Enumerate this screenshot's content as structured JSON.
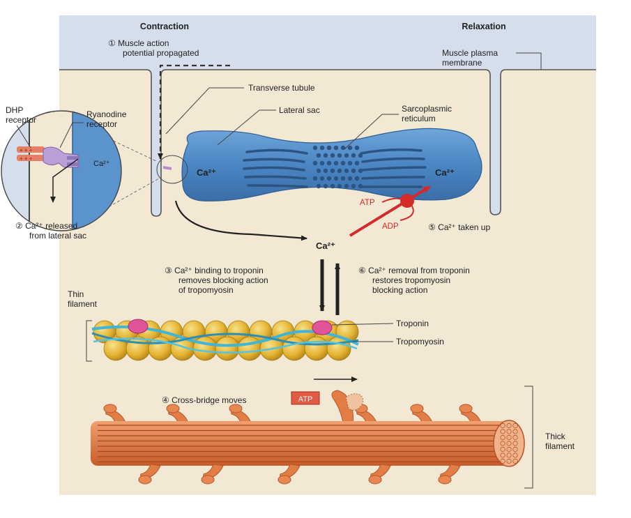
{
  "headers": {
    "contraction": "Contraction",
    "relaxation": "Relaxation"
  },
  "labels": {
    "step1_line1": "① Muscle action",
    "step1_line2": "potential propagated",
    "membrane_line1": "Muscle plasma",
    "membrane_line2": "membrane",
    "transverse_tubule": "Transverse tubule",
    "lateral_sac": "Lateral sac",
    "sr_line1": "Sarcoplasmic",
    "sr_line2": "reticulum",
    "dhp_line1": "DHP",
    "dhp_line2": "receptor",
    "ryanodine_line1": "Ryanodine",
    "ryanodine_line2": "receptor",
    "inset_ca": "Ca²⁺",
    "ca_left": "Ca²⁺",
    "ca_right": "Ca²⁺",
    "ca_center": "Ca²⁺",
    "atp": "ATP",
    "adp": "ADP",
    "step2_line1": "② Ca²⁺ released",
    "step2_line2": "from lateral sac",
    "step5": "⑤ Ca²⁺ taken up",
    "step3_line1": "③ Ca²⁺ binding to troponin",
    "step3_line2": "removes blocking action",
    "step3_line3": "of tropomyosin",
    "step6_line1": "⑥ Ca²⁺ removal from troponin",
    "step6_line2": "restores tropomyosin",
    "step6_line3": "blocking action",
    "thin_line1": "Thin",
    "thin_line2": "filament",
    "troponin": "Troponin",
    "tropomyosin": "Tropomyosin",
    "step4": "④ Cross-bridge moves",
    "atp_box": "ATP",
    "thick_line1": "Thick",
    "thick_line2": "filament"
  },
  "colors": {
    "membrane_bg": "#d5deeb",
    "cytoplasm_bg": "#f2e8d3",
    "sarcoplasmic_reticulum": "#4a86c4",
    "actin_bead": "#e6b83a",
    "tropomyosin": "#3fb5d8",
    "troponin": "#e0559a",
    "myosin": "#d9703a",
    "pump_red": "#d42a2a"
  }
}
